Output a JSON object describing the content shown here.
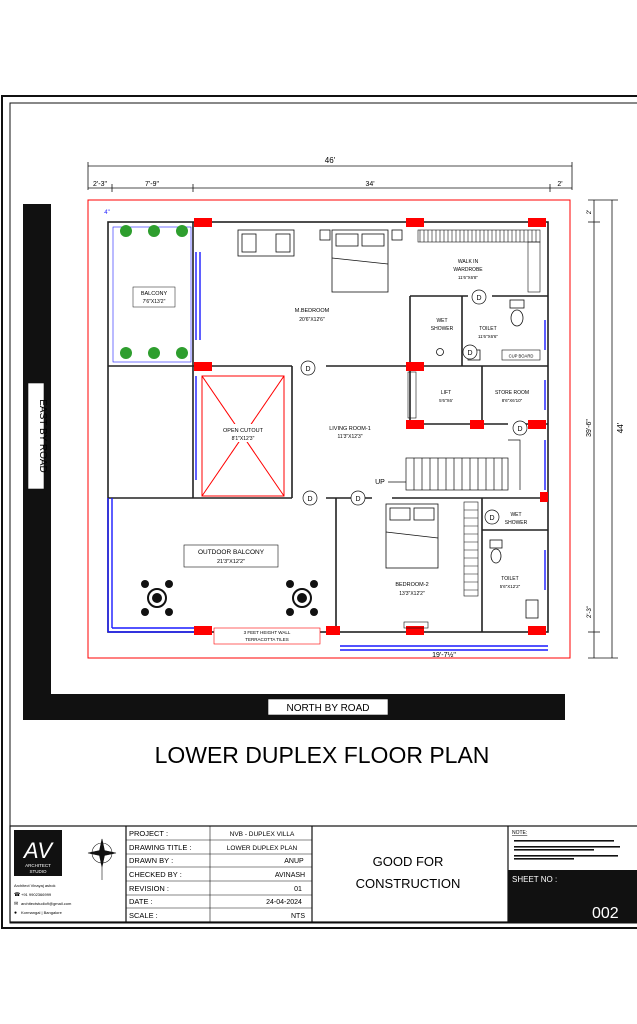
{
  "drawing": {
    "title": "LOWER DUPLEX FLOOR PLAN",
    "road_east": "EAST BY ROAD",
    "road_north": "NORTH BY ROAD"
  },
  "dimensions": {
    "overall_width": "46'",
    "seg_1": "2'-3\"",
    "seg_2": "7'-9\"",
    "seg_3": "34'",
    "seg_4": "2'",
    "right_total": "44'",
    "right_main": "39'-6\"",
    "right_top": "2'",
    "right_bottom": "2'-3\"",
    "small_top": "4\"",
    "bottom_span": "19'-7½\""
  },
  "rooms": {
    "balcony": {
      "name": "BALCONY",
      "size": "7'6\"X13'2\""
    },
    "master_bedroom": {
      "name": "M.BEDROOM",
      "size": "20'6\"X12'6\""
    },
    "walk_in_wardrobe": {
      "name1": "WALK IN",
      "name2": "WARDROBE",
      "size": "11'6\"X6'8\""
    },
    "wet_shower_1": {
      "name1": "WET",
      "name2": "SHOWER"
    },
    "toilet_1": {
      "name": "TOILET",
      "size": "11'6\"X6'6\""
    },
    "cup_board": {
      "name": "CUP BOARD"
    },
    "open_cutout": {
      "name": "OPEN CUTOUT",
      "size": "8'1\"X12'3\""
    },
    "living_room": {
      "name": "LIVING ROOM-1",
      "size": "11'3\"X12'3\""
    },
    "lift": {
      "name": "LIFT",
      "size": "5'6\"X6'"
    },
    "store_room": {
      "name": "STORE ROOM",
      "size": "8'6\"X6'10\""
    },
    "outdoor_balcony": {
      "name": "OUTDOOR BALCONY",
      "size": "21'3\"X12'2\""
    },
    "bedroom_2": {
      "name": "BEDROOM-2",
      "size": "13'3\"X12'2\""
    },
    "wet_shower_2": {
      "name1": "WET",
      "name2": "SHOWER"
    },
    "toilet_2": {
      "name": "TOILET",
      "size": "5'6\"X12'2\""
    },
    "stair_label": "UP",
    "wall_note_1": "3 FEET HEIGHT WALL",
    "wall_note_2": "TERRACOTTA TILES",
    "door_tag": "D"
  },
  "title_block": {
    "logo_text": "AV",
    "studio_line1": "ARCHITECT",
    "studio_line2": "STUDIO",
    "architect_name": "Architect Vinayaj ashok",
    "phone": "+91 9902366999",
    "email": "architectstudio9@gmail.com",
    "location": "Kormangal | Bangalore",
    "fields": [
      {
        "label": "PROJECT :",
        "value": "NVB - DUPLEX VILLA"
      },
      {
        "label": "DRAWING TITLE :",
        "value": "LOWER DUPLEX PLAN"
      },
      {
        "label": "DRAWN BY :",
        "value": "ANUP"
      },
      {
        "label": "CHECKED BY :",
        "value": "AVINASH"
      },
      {
        "label": "REVISION :",
        "value": "01"
      },
      {
        "label": "DATE :",
        "value": "24-04-2024"
      },
      {
        "label": "SCALE :",
        "value": "NTS"
      }
    ],
    "status_line1": "GOOD FOR",
    "status_line2": "CONSTRUCTION",
    "notes_heading": "NOTE:",
    "sheet_no_label": "SHEET NO :",
    "sheet_no_value": "002"
  },
  "colors": {
    "wall_red": "#ff0000",
    "glazing_blue": "#1a1aff",
    "tree_green": "#2e9e2e",
    "ink": "#111111"
  }
}
